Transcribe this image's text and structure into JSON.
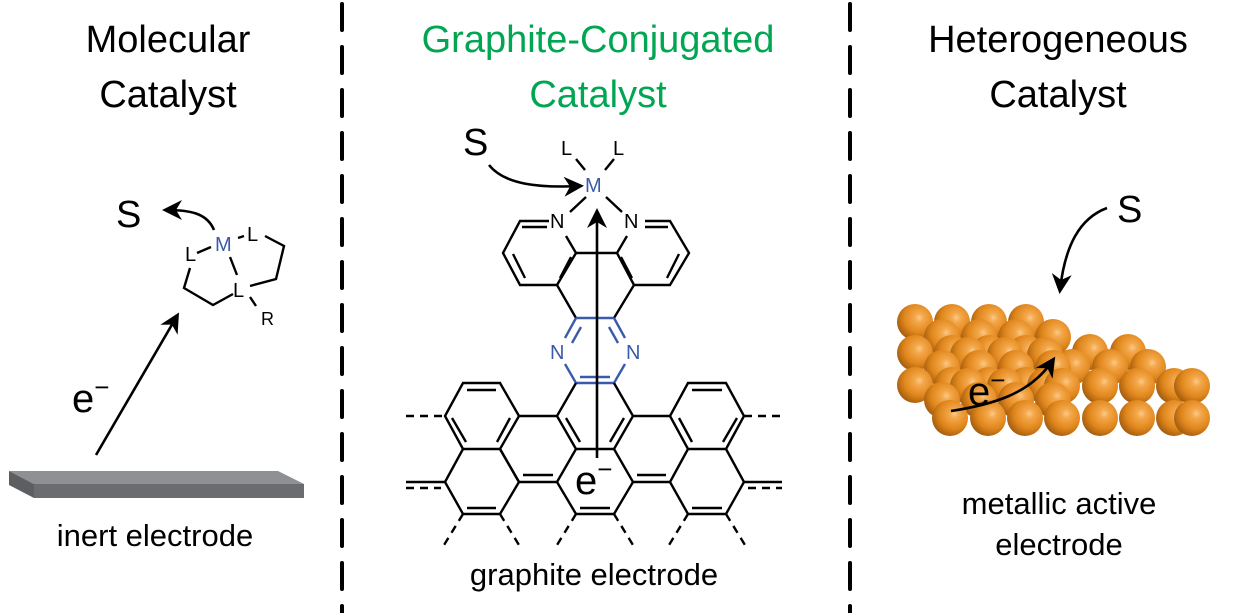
{
  "panels": [
    {
      "title_line1": "Molecular",
      "title_line2": "Catalyst",
      "substrate": "S",
      "metal": "M",
      "ligand": "L",
      "r_group": "R",
      "electron": "e",
      "charge": "−",
      "electrode_label": "inert electrode"
    },
    {
      "title_line1": "Graphite-Conjugated",
      "title_line2": "Catalyst",
      "substrate": "S",
      "metal": "M",
      "ligand": "L",
      "nitrogen": "N",
      "electron": "e",
      "charge": "−",
      "electrode_label": "graphite electrode"
    },
    {
      "title_line1": "Heterogeneous",
      "title_line2": "Catalyst",
      "substrate": "S",
      "electron": "e",
      "charge": "−",
      "electrode_label_line1": "metallic active",
      "electrode_label_line2": "electrode"
    }
  ],
  "colors": {
    "highlight_title": "#00a651",
    "metal_and_linker": "#3a5ba9",
    "electrode_top": "#8f9094",
    "electrode_front": "#6b6c70",
    "electrode_side": "#5d5e62",
    "sphere_light": "#f7bd74",
    "sphere_mid": "#e2891d",
    "sphere_dark": "#9a560c"
  }
}
